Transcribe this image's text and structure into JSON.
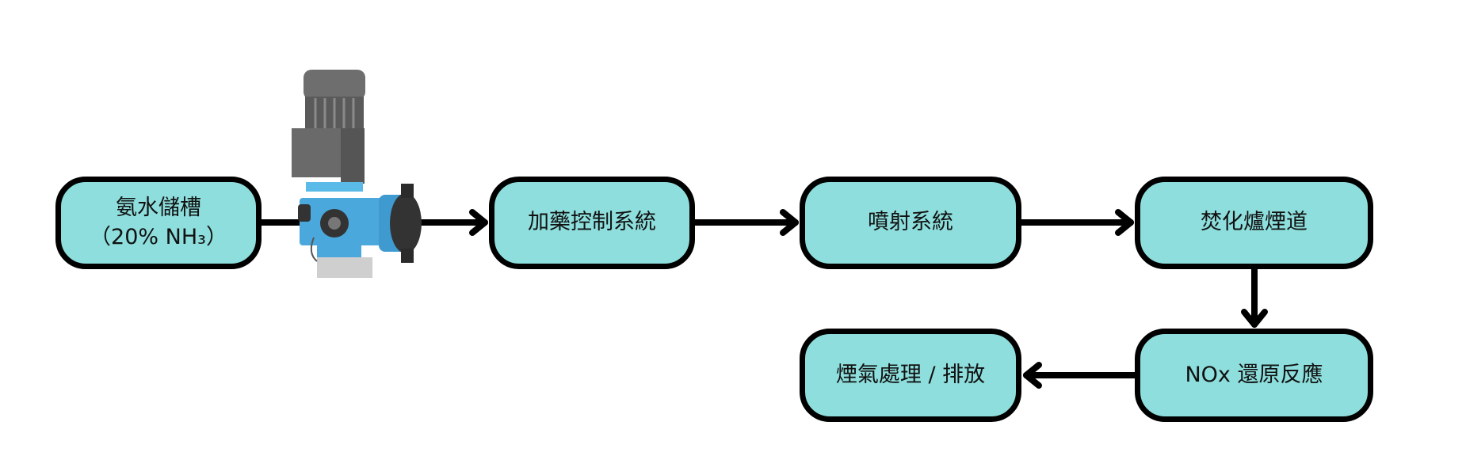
{
  "nodes": {
    "tank_line1": "氨水儲槽",
    "tank_line2": "（20% NH₃）",
    "dosing": "加藥控制系統",
    "injection": "噴射系統",
    "furnace": "焚化爐煙道",
    "reduction": "NOx 還原反應",
    "exhaust": "煙氣處理 / 排放"
  },
  "colors": {
    "box_fill": "#8ddedc",
    "border": "#000000",
    "pump_blue": "#4aa8dc"
  },
  "icons": {
    "pump": "dosing-pump-image"
  }
}
